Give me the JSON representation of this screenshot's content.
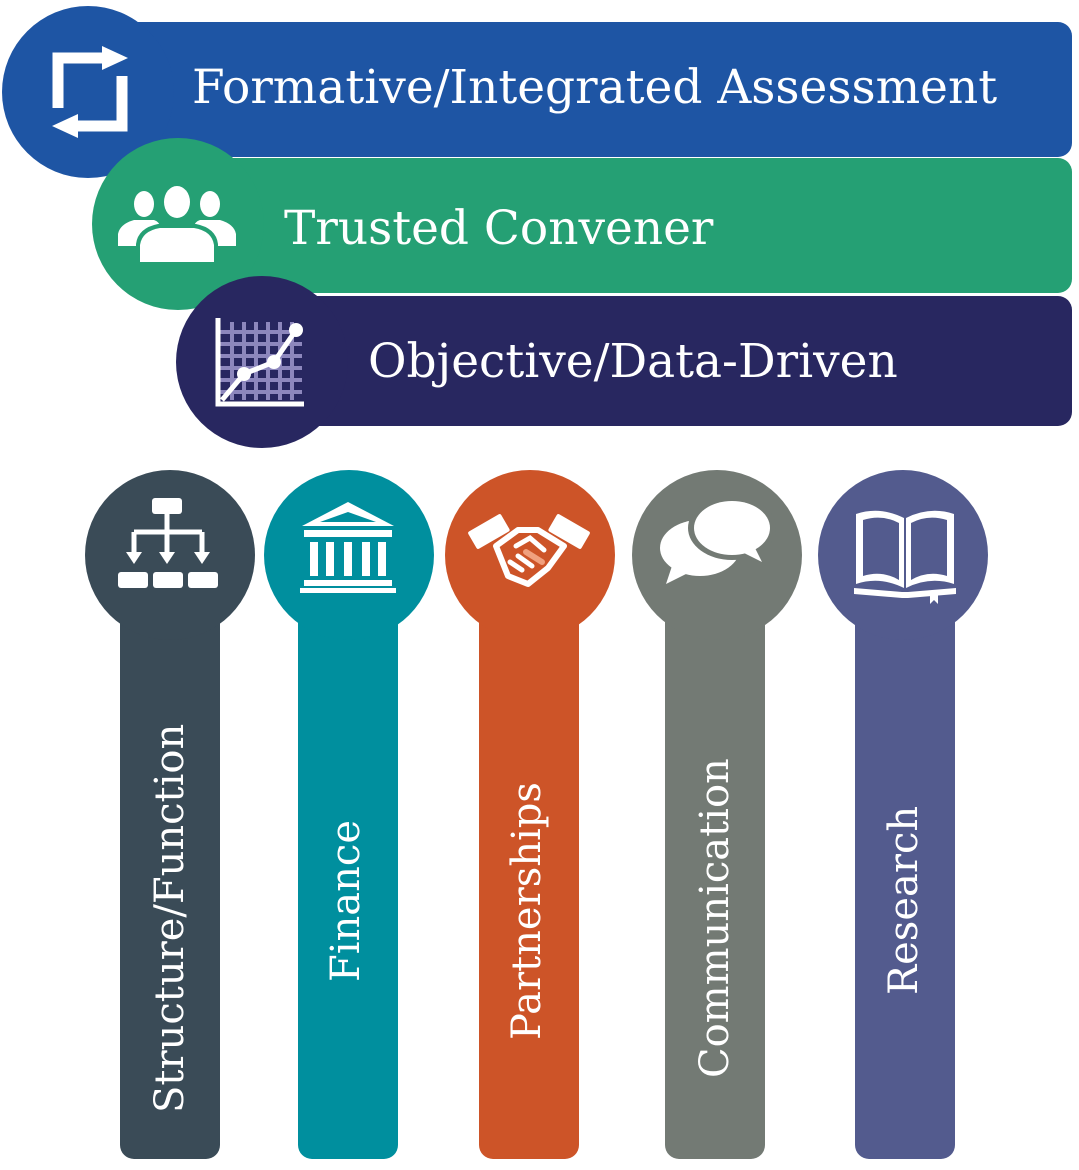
{
  "banners": [
    {
      "label": "Formative/Integrated Assessment",
      "icon": "refresh-arrows-icon",
      "color": "#1e55a4"
    },
    {
      "label": "Trusted Convener",
      "icon": "people-group-icon",
      "color": "#25a074"
    },
    {
      "label": "Objective/Data-Driven",
      "icon": "line-chart-icon",
      "color": "#282760"
    }
  ],
  "pillars": [
    {
      "label": "Structure/Function",
      "icon": "org-chart-icon",
      "color": "#3a4b57"
    },
    {
      "label": "Finance",
      "icon": "bank-building-icon",
      "color": "#008f9e"
    },
    {
      "label": "Partnerships",
      "icon": "handshake-icon",
      "color": "#cd5428"
    },
    {
      "label": "Communication",
      "icon": "speech-bubbles-icon",
      "color": "#737a74"
    },
    {
      "label": "Research",
      "icon": "open-book-icon",
      "color": "#535b8e"
    }
  ]
}
